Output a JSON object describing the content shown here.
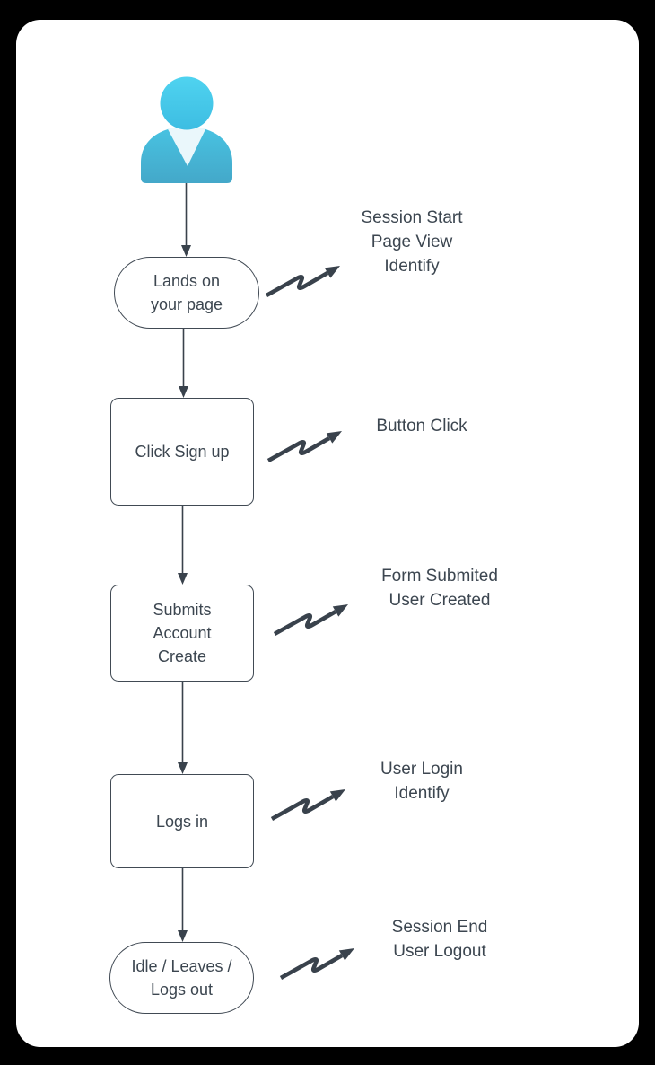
{
  "theme": {
    "page_bg": "#000000",
    "card_bg": "#ffffff",
    "stroke": "#414a54",
    "text": "#3c4650",
    "arrow": "#39424c",
    "actor_head_top": "#4fd3f0",
    "actor_head_bottom": "#3dbde2",
    "actor_body_top": "#48c3e2",
    "actor_body_bottom": "#44a8c9",
    "actor_collar": "#eaf7fb"
  },
  "flow": {
    "actor": "user",
    "steps": [
      {
        "shape": "stadium",
        "label": "Lands on\nyour page",
        "event": "Session Start\nPage View\nIdentify"
      },
      {
        "shape": "process",
        "label": "Click Sign up",
        "event": "Button Click"
      },
      {
        "shape": "process",
        "label": "Submits\nAccount\nCreate",
        "event": "Form Submited\nUser Created"
      },
      {
        "shape": "process",
        "label": "Logs in",
        "event": "User Login\nIdentify"
      },
      {
        "shape": "stadium",
        "label": "Idle / Leaves /\nLogs out",
        "event": "Session End\nUser Logout"
      }
    ]
  }
}
